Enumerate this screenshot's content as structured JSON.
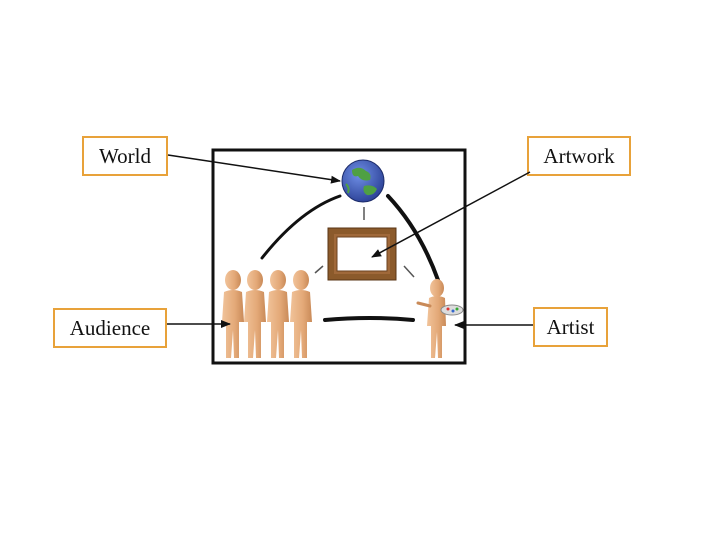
{
  "labels": {
    "world": "World",
    "artwork": "Artwork",
    "audience": "Audience",
    "artist": "Artist"
  },
  "icons": {
    "globe": "globe-icon",
    "frame": "picture-frame-icon",
    "audience": "audience-figures-icon",
    "artist": "artist-figure-icon"
  },
  "colors": {
    "label_border": "#e8a23a",
    "figure_fill": "#e3a877",
    "frame_fill": "#8b5a2b",
    "globe_ocean": "#3b58b8",
    "globe_land": "#4fa043"
  }
}
